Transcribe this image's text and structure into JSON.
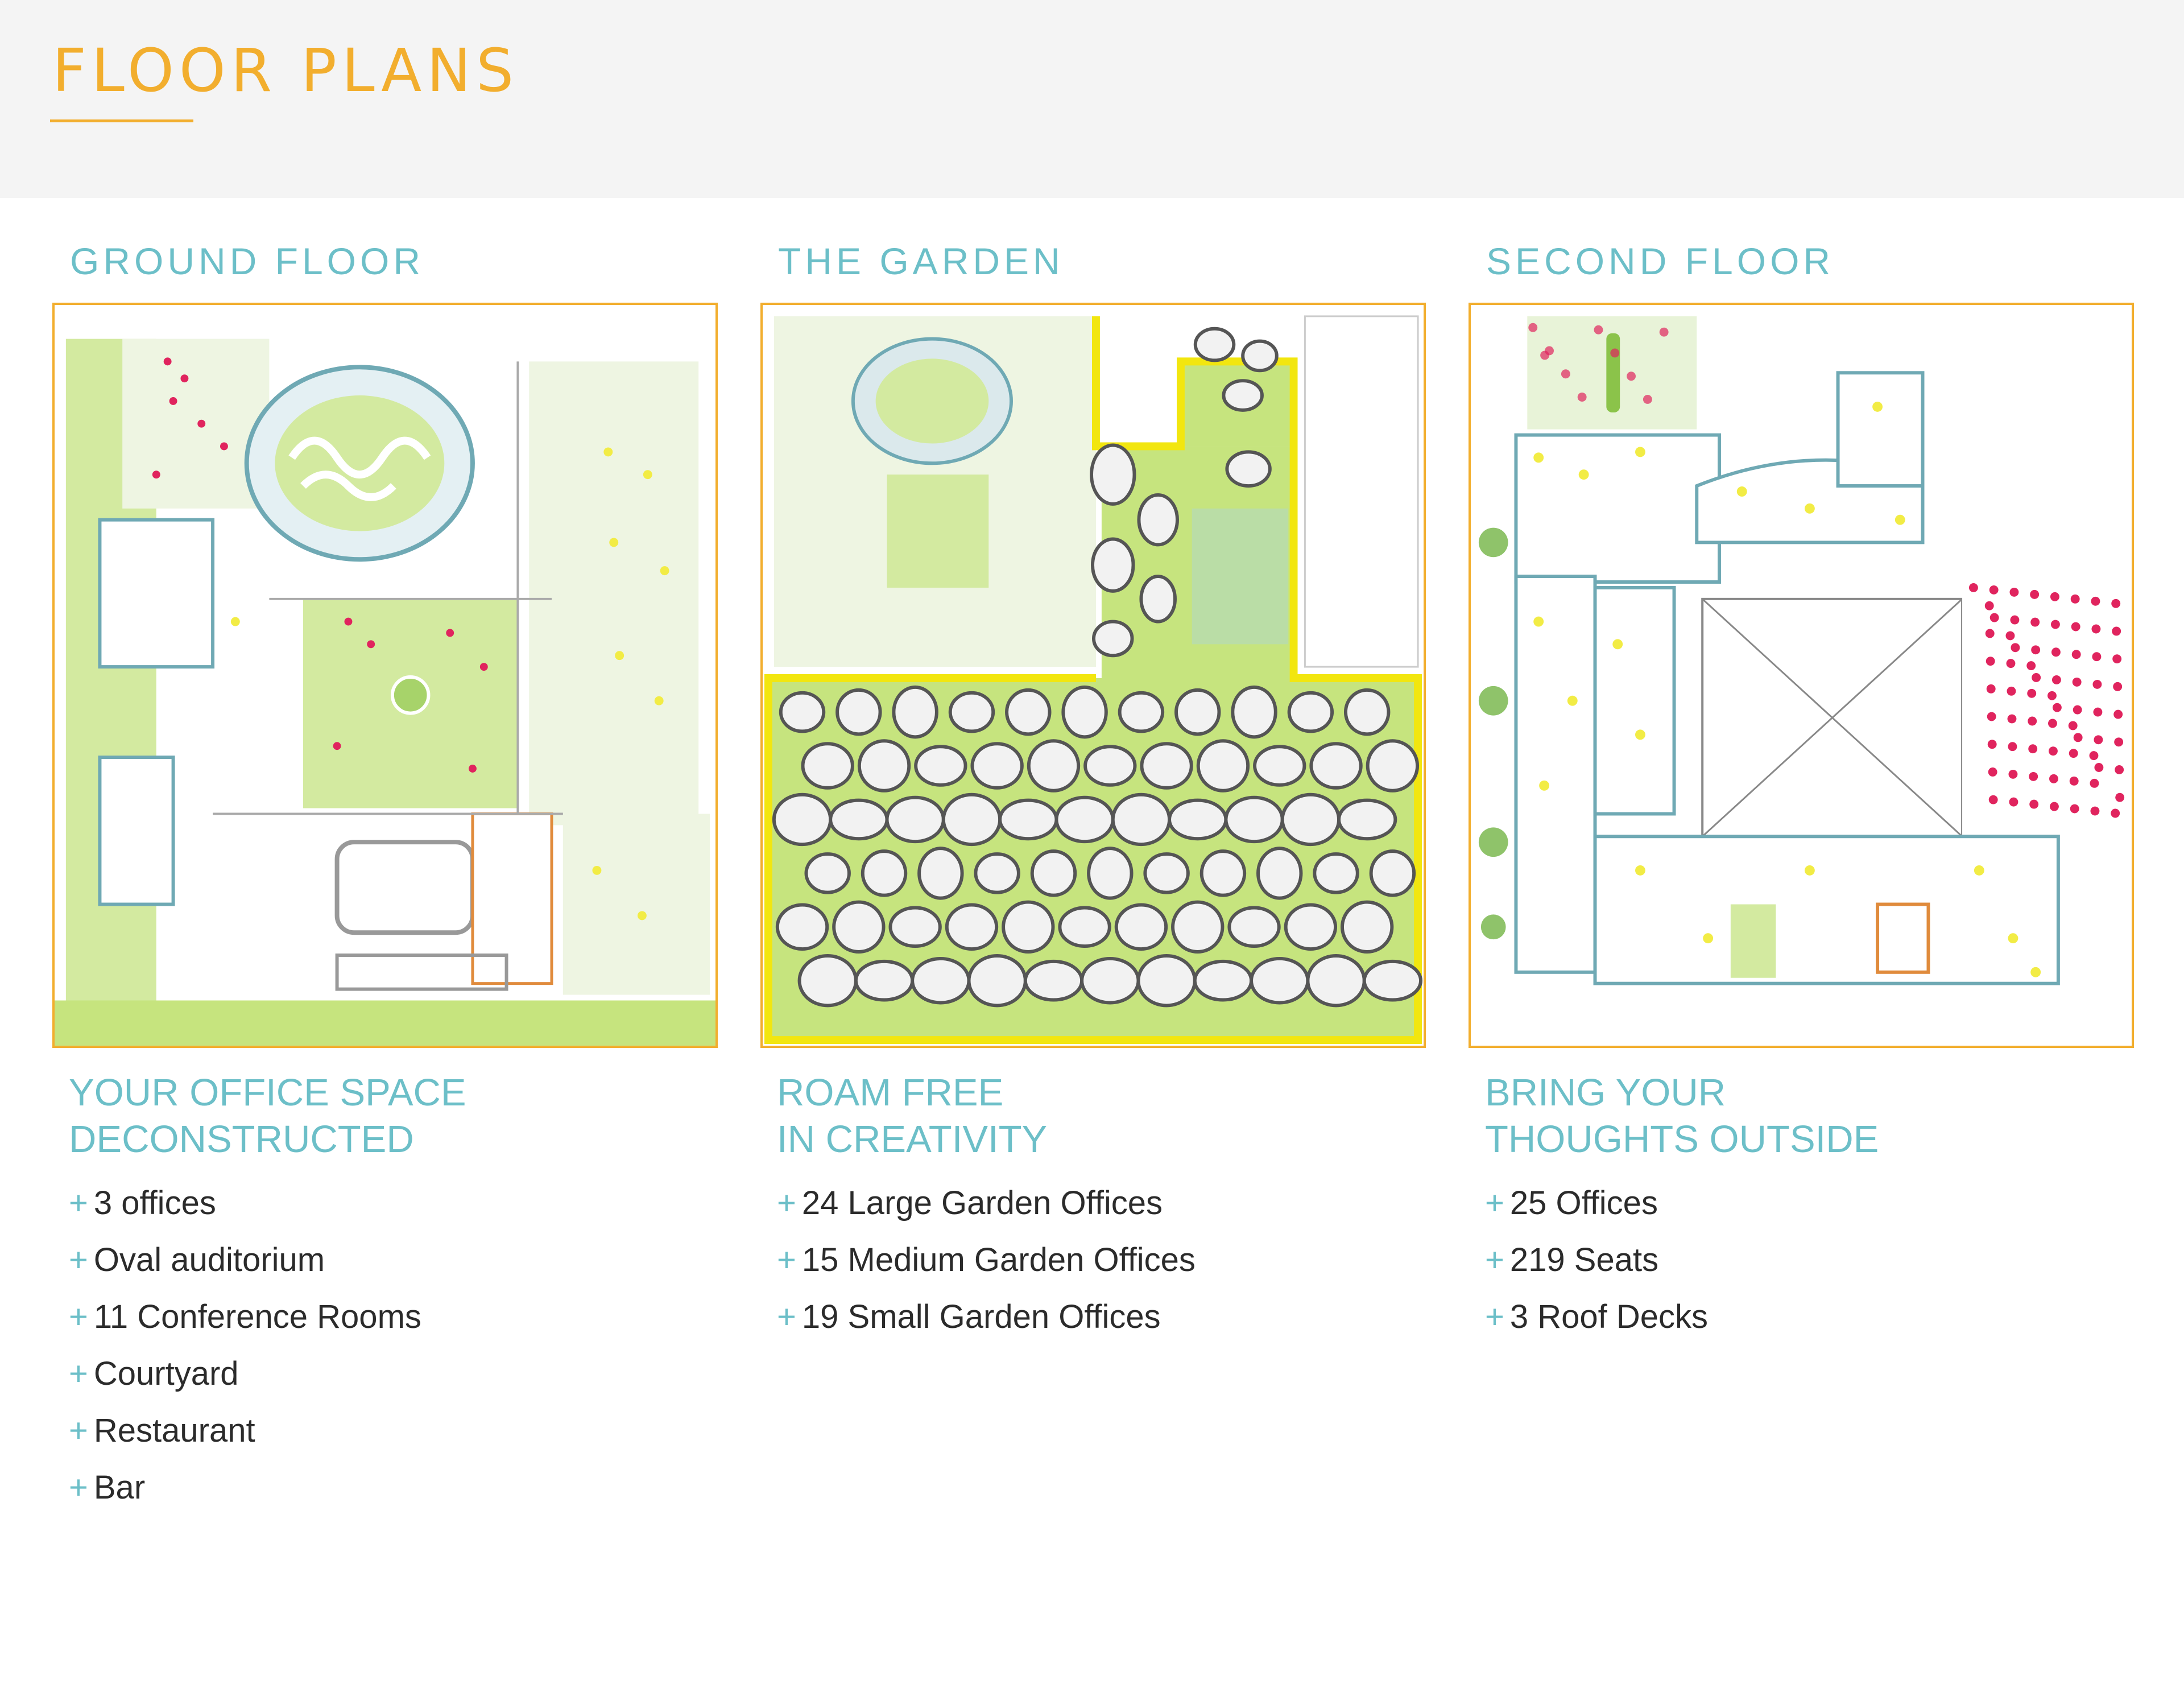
{
  "header": {
    "title": "FLOOR PLANS"
  },
  "colors": {
    "accent": "#f2ae2e",
    "heading": "#6cbfc8",
    "body_text": "#2b2b2b",
    "plan_green": "#c6e47e",
    "garden_border": "#f2e60f"
  },
  "icons": {
    "bullet": "plus-icon"
  },
  "columns": [
    {
      "heading": "GROUND FLOOR",
      "tagline": [
        "YOUR OFFICE SPACE",
        "DECONSTRUCTED"
      ],
      "features": [
        "3 offices",
        "Oval auditorium",
        "11 Conference Rooms",
        "Courtyard",
        "Restaurant",
        "Bar"
      ]
    },
    {
      "heading": "THE GARDEN",
      "tagline": [
        "ROAM FREE",
        "IN CREATIVITY"
      ],
      "features": [
        "24 Large Garden Offices",
        "15 Medium Garden Offices",
        "19 Small Garden Offices"
      ]
    },
    {
      "heading": "SECOND FLOOR",
      "tagline": [
        "BRING YOUR",
        "THOUGHTS OUTSIDE"
      ],
      "features": [
        "25 Offices",
        "219 Seats",
        "3 Roof Decks"
      ]
    }
  ]
}
